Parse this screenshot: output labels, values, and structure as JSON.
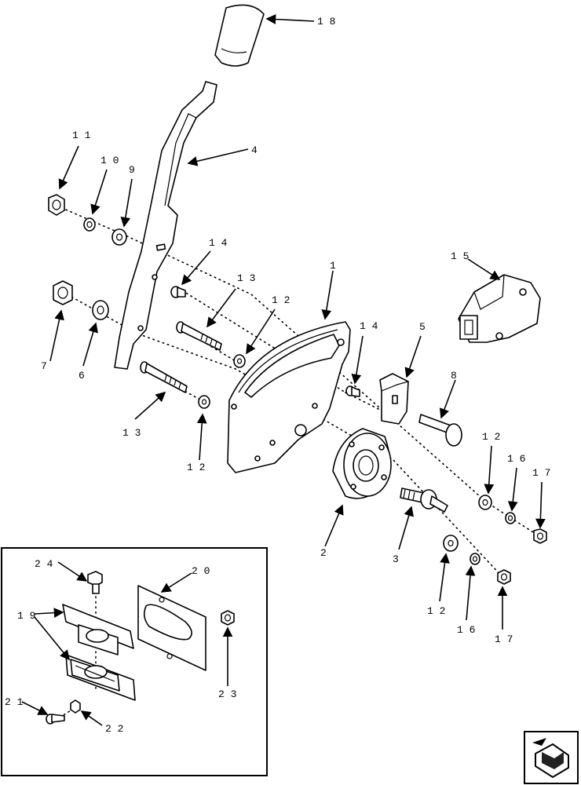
{
  "callouts": {
    "c1": "1",
    "c2": "2",
    "c3": "3",
    "c4": "4",
    "c5": "5",
    "c6": "6",
    "c7": "7",
    "c8": "8",
    "c9": "9",
    "c10": "1 0",
    "c11": "1 1",
    "c12a": "1 2",
    "c12b": "1 2",
    "c12c": "1 2",
    "c12d": "1 2",
    "c13a": "1 3",
    "c13b": "1 3",
    "c14a": "1 4",
    "c14b": "1 4",
    "c15": "1 5",
    "c16a": "1 6",
    "c16b": "1 6",
    "c17a": "1 7",
    "c17b": "1 7",
    "c18": "1 8",
    "c19": "1 9",
    "c20": "2 0",
    "c21": "2 1",
    "c22": "2 2",
    "c23": "2 3",
    "c24": "2 4"
  },
  "icons": {
    "nav": "navigate-arrow-icon"
  }
}
